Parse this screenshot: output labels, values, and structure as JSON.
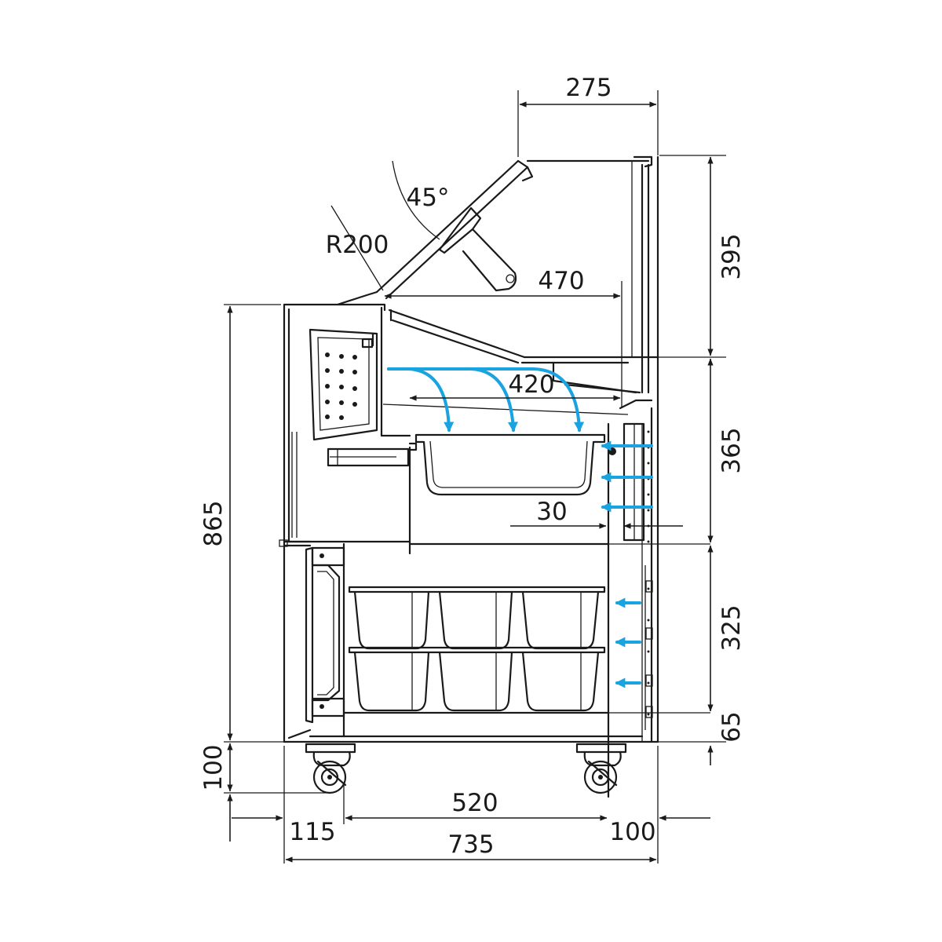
{
  "dimensions": {
    "top_width": "275",
    "glass_angle": "45°",
    "glass_radius": "R200",
    "canopy_depth": "470",
    "tray_depth": "420",
    "rear_gap": "30",
    "total_height": "865",
    "upper_height": "395",
    "display_height": "365",
    "storage_height": "325",
    "base_height": "65",
    "leg_height": "100",
    "front_overhang": "115",
    "wheelbase": "520",
    "rear_overhang": "100",
    "total_depth": "735"
  },
  "colors": {
    "line": "#1a1a1a",
    "airflow": "#19a3e0",
    "background": "#ffffff"
  }
}
